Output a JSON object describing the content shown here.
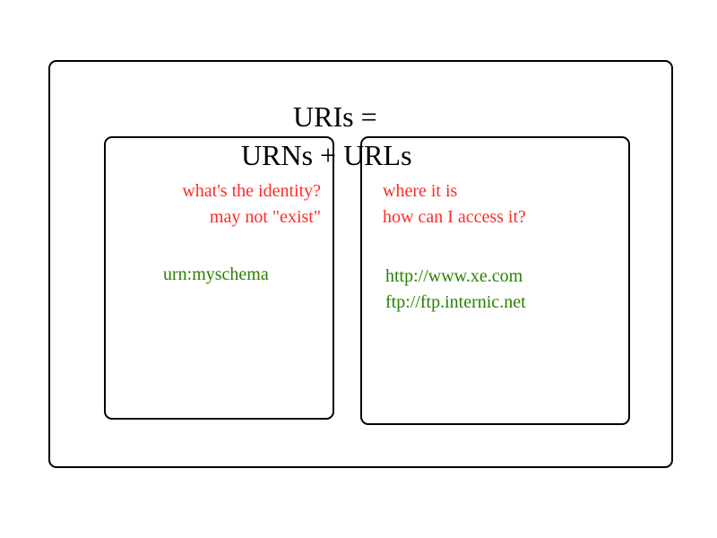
{
  "diagram": {
    "title_line1": "URIs =",
    "title_line2": "URNs + URLs",
    "urn_panel": {
      "descriptions": [
        "what's the identity?",
        "may not \"exist\""
      ],
      "examples": [
        "urn:myschema"
      ]
    },
    "url_panel": {
      "descriptions": [
        "where it is",
        "how can I access it?"
      ],
      "examples": [
        "http://www.xe.com",
        "ftp://ftp.internic.net"
      ]
    },
    "colors": {
      "border": "#000000",
      "description_text": "#ff2a2a",
      "example_text": "#2a8000"
    }
  }
}
